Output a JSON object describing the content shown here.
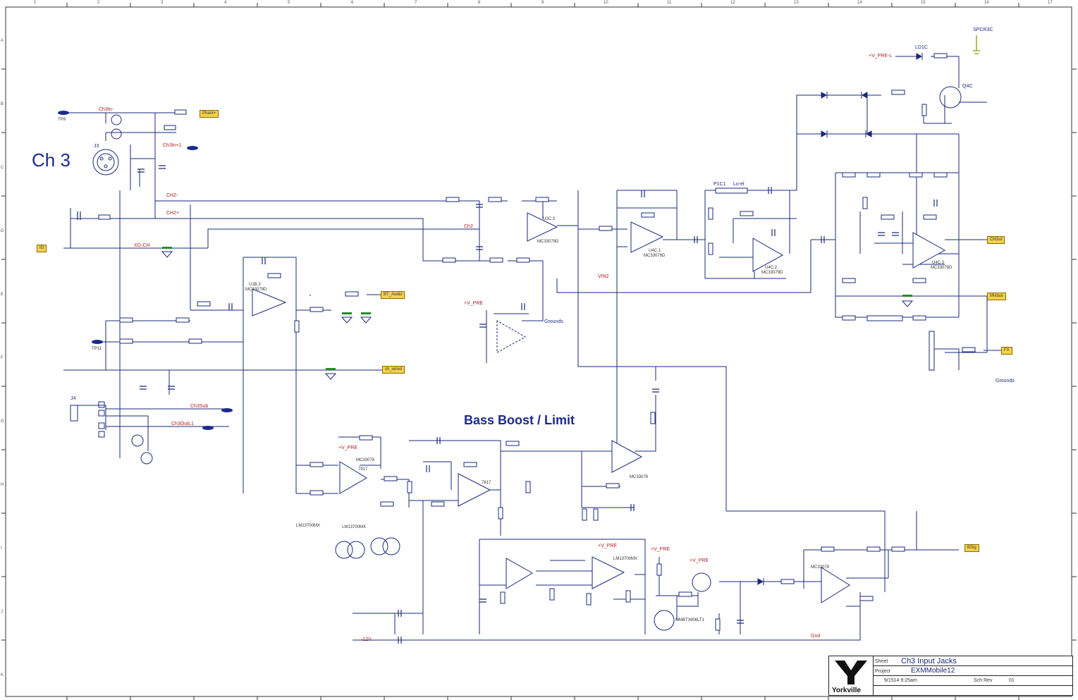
{
  "sheet": {
    "section_label": "Ch 3",
    "block_label": "Bass Boost / Limit",
    "grid_columns": [
      "1",
      "2",
      "3",
      "4",
      "5",
      "6",
      "7",
      "8",
      "9",
      "10",
      "11",
      "12",
      "13",
      "14",
      "15",
      "16",
      "17"
    ],
    "grid_rows": [
      "A",
      "B",
      "C",
      "D",
      "E",
      "F",
      "G",
      "H",
      "I",
      "J",
      "K"
    ]
  },
  "nets": {
    "phantom": "Phant+",
    "bt_audio": "BT_Audio",
    "sh_wired": "sh_wired",
    "gnd_in": "IG",
    "chan_out": "ChOut",
    "mixbus": "Mixbus",
    "fx": "FX",
    "bsig": "BSig",
    "v_pre_top": "+V_PRE-L"
  },
  "labels": {
    "ch3in_minus": "Ch3In-",
    "ch3in_plus": "Ch3In+1",
    "ch_minus": "CH2-",
    "ch_plus": "CH2+",
    "xg": "XG-CH",
    "ch3ab": "Ch3Sub",
    "ch3out": "Ch3OutL1",
    "ch2_net": "Ch2",
    "vin2": "VIN2",
    "grounds1": "Grounds",
    "grounds2": "Grounds",
    "gnd": "Gnd",
    "v_pre1": "+V_PRE",
    "v_pre2": "+V_PRE",
    "v_pre3": "+V_PRE",
    "v_pre4": "+V_PRE",
    "v_pre5": "+V_PRE",
    "m12v": "-12V",
    "lo_el": "Lo-el",
    "p1c1": "P1C1",
    "j3": "J3",
    "j4": "J4",
    "ld1c": "LD1C",
    "q4c": "Q4C",
    "spcr": "SPCR3C",
    "tp9": "TP9",
    "tp11": "TP11"
  },
  "parts": {
    "u1b": "U1B.3",
    "u1b_type": "MC33079D",
    "u2c": "U2C.3",
    "u2c_type": "MC33079D",
    "u3c": "U4C.1",
    "u3c_type": "MC33079D",
    "u4c": "U4C.2",
    "u4c_type": "MC33079D",
    "u5c": "U4C.3",
    "u5c_type": "MC33079D",
    "u_mc1": "MC33078",
    "u_mc2": "MC33078",
    "u_mc3": "MC33078",
    "u_lm1": "LM13700MX",
    "u_lm2": "LM13700MX",
    "u_lm3": "LM13700MX",
    "q_mmbt": "MMBT3906LT1",
    "ic7917": "7917",
    "ic7817": "7817"
  },
  "title_block": {
    "title_caption": "Sheet",
    "title": "Ch3 Input Jacks",
    "project_caption": "Project",
    "project": "EXMMobile12",
    "company": "Yorkville",
    "date_label": "9/1514 9:25am",
    "sheet_no_label": "Sch Rev",
    "rev": "01"
  }
}
